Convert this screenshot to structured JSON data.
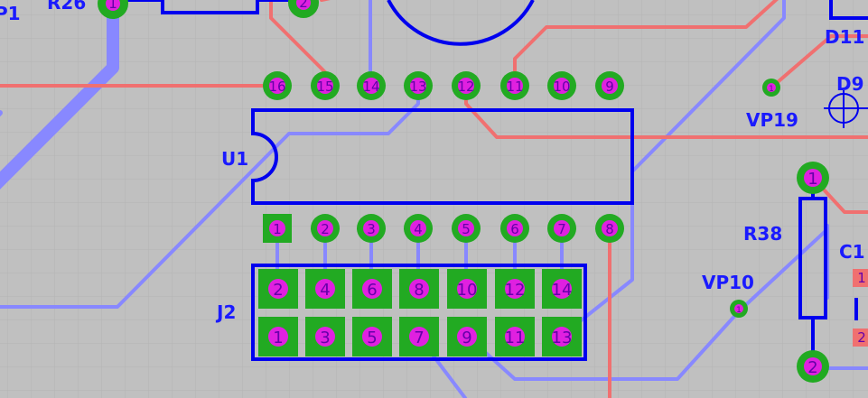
{
  "colors": {
    "background": "#c0c0c0",
    "grid": "#b2b2b2",
    "trace_red": "#f07070",
    "trace_blue": "#8888ff",
    "outline": "#0000ee",
    "pad": "#22aa22",
    "pad_hole": "#e020e0",
    "label": "#1a1aff"
  },
  "labels": {
    "top_left_fragment": "P1",
    "r26": "R26",
    "d11": "D11",
    "d9": "D9",
    "vp19": "VP19",
    "u1": "U1",
    "r38": "R38",
    "c1_fragment": "C1",
    "vp10": "VP10",
    "j2": "J2"
  },
  "top_partial_pins": [
    "1",
    "2"
  ],
  "u1_top_pins": [
    "16",
    "15",
    "14",
    "13",
    "12",
    "11",
    "10",
    "9"
  ],
  "u1_bottom_pins": [
    "1",
    "2",
    "3",
    "4",
    "5",
    "6",
    "7",
    "8"
  ],
  "j2_top_row": [
    "2",
    "4",
    "6",
    "8",
    "10",
    "12",
    "14"
  ],
  "j2_bottom_row": [
    "1",
    "3",
    "5",
    "7",
    "9",
    "11",
    "13"
  ],
  "vp19_pin": "1",
  "vp10_pin": "1",
  "r38_pins": [
    "1",
    "2"
  ],
  "c1_pins": [
    "1",
    "2"
  ]
}
